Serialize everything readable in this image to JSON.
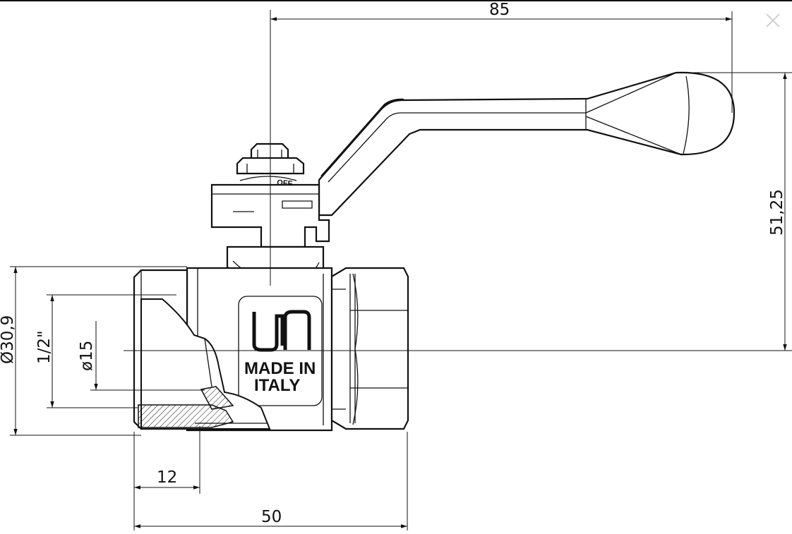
{
  "drawing": {
    "dimensions": {
      "overall_length_handle": "85",
      "handle_height": "51,25",
      "outer_diameter": "Ø30,9",
      "thread_size": "1/2\"",
      "bore_diameter": "ø15",
      "thread_depth": "12",
      "body_length": "50"
    },
    "markings": {
      "line1": "MADE IN",
      "line2": "ITALY",
      "handle_label": "OFF"
    }
  },
  "controls": {
    "close_icon": "close-icon"
  }
}
